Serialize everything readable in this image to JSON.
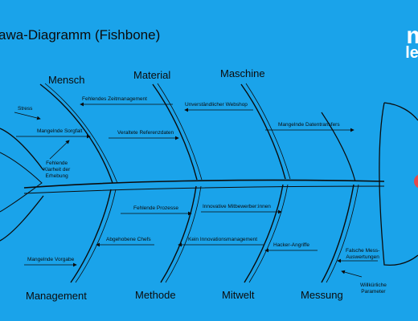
{
  "title": "awa-Diagramm (Fishbone)",
  "logo": {
    "line1": "m",
    "line2": "lev"
  },
  "categories": {
    "mensch": "Mensch",
    "material": "Material",
    "maschine": "Maschine",
    "management": "Management",
    "methode": "Methode",
    "mitwelt": "Mitwelt",
    "messung": "Messung"
  },
  "causes": {
    "fehlendes_zeitmanagement": "Fehlendes Zeitmanagement",
    "stress": "Stress",
    "mangelnde_sorgfalt": "Mangelnde Sorgfalt",
    "fehlende_klarheit": "Fehlende\nKlarheit der\nErhebung",
    "veraltete_referenzdaten": "Veraltete Referenzdaten",
    "unverstaendlicher_webshop": "Unverständlicher Webshop",
    "mangelnde_datentransfers": "Mangelnde Datentransfers",
    "fehlende_prozesse": "Fehlende Prozesse",
    "abgehobene_chefs": "Abgehobene Chefs",
    "mangelnde_vorgabe": "Mangelnde Vorgabe",
    "innovative_mitbewerber": "Innovative Mitbewerber:innen",
    "kein_innovationsmanagement": "Kein Innovationsmanagement",
    "hacker_angriffe": "Hacker-Angriffe",
    "falsche_messauswertungen": "Falsche Mess-\nAuswertungen",
    "willkuerliche_parameter": "Willkürliche\nParameter"
  },
  "colors": {
    "background": "#1aa3ea",
    "lines": "#0b0b0b",
    "accent_dot": "#e04a4a"
  }
}
